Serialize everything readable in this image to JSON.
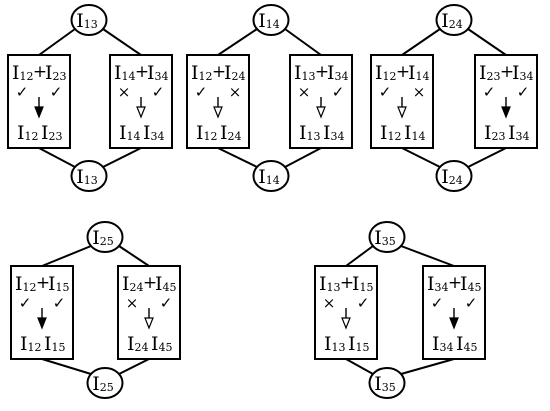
{
  "ink_color": "#000000",
  "paper_color": "#ffffff",
  "modules": [
    {
      "id": "I13",
      "top": {
        "main": "I",
        "sub": "13"
      },
      "bottom": {
        "main": "I",
        "sub": "13"
      },
      "left": {
        "sum": [
          {
            "main": "I",
            "sub": "12"
          },
          {
            "main": "I",
            "sub": "23"
          }
        ],
        "marks": [
          "✓",
          "✓"
        ],
        "arrow": "filled",
        "product": [
          {
            "main": "I",
            "sub": "12"
          },
          {
            "main": "I",
            "sub": "23"
          }
        ]
      },
      "right": {
        "sum": [
          {
            "main": "I",
            "sub": "14"
          },
          {
            "main": "I",
            "sub": "34"
          }
        ],
        "marks": [
          "×",
          "✓"
        ],
        "arrow": "open",
        "product": [
          {
            "main": "I",
            "sub": "14"
          },
          {
            "main": "I",
            "sub": "34"
          }
        ]
      }
    },
    {
      "id": "I14",
      "top": {
        "main": "I",
        "sub": "14"
      },
      "bottom": {
        "main": "I",
        "sub": "14"
      },
      "left": {
        "sum": [
          {
            "main": "I",
            "sub": "12"
          },
          {
            "main": "I",
            "sub": "24"
          }
        ],
        "marks": [
          "✓",
          "×"
        ],
        "arrow": "open",
        "product": [
          {
            "main": "I",
            "sub": "12"
          },
          {
            "main": "I",
            "sub": "24"
          }
        ]
      },
      "right": {
        "sum": [
          {
            "main": "I",
            "sub": "13"
          },
          {
            "main": "I",
            "sub": "34"
          }
        ],
        "marks": [
          "×",
          "✓"
        ],
        "arrow": "open",
        "product": [
          {
            "main": "I",
            "sub": "13"
          },
          {
            "main": "I",
            "sub": "34"
          }
        ]
      }
    },
    {
      "id": "I24",
      "top": {
        "main": "I",
        "sub": "24"
      },
      "bottom": {
        "main": "I",
        "sub": "24"
      },
      "left": {
        "sum": [
          {
            "main": "I",
            "sub": "12"
          },
          {
            "main": "I",
            "sub": "14"
          }
        ],
        "marks": [
          "✓",
          "×"
        ],
        "arrow": "open",
        "product": [
          {
            "main": "I",
            "sub": "12"
          },
          {
            "main": "I",
            "sub": "14"
          }
        ]
      },
      "right": {
        "sum": [
          {
            "main": "I",
            "sub": "23"
          },
          {
            "main": "I",
            "sub": "34"
          }
        ],
        "marks": [
          "✓",
          "✓"
        ],
        "arrow": "filled",
        "product": [
          {
            "main": "I",
            "sub": "23"
          },
          {
            "main": "I",
            "sub": "34"
          }
        ]
      }
    },
    {
      "id": "I25",
      "top": {
        "main": "I",
        "sub": "25"
      },
      "bottom": {
        "main": "I",
        "sub": "25"
      },
      "left": {
        "sum": [
          {
            "main": "I",
            "sub": "12"
          },
          {
            "main": "I",
            "sub": "15"
          }
        ],
        "marks": [
          "✓",
          "✓"
        ],
        "arrow": "filled",
        "product": [
          {
            "main": "I",
            "sub": "12"
          },
          {
            "main": "I",
            "sub": "15"
          }
        ]
      },
      "right": {
        "sum": [
          {
            "main": "I",
            "sub": "24"
          },
          {
            "main": "I",
            "sub": "45"
          }
        ],
        "marks": [
          "×",
          "✓"
        ],
        "arrow": "open",
        "product": [
          {
            "main": "I",
            "sub": "24"
          },
          {
            "main": "I",
            "sub": "45"
          }
        ]
      }
    },
    {
      "id": "I35",
      "top": {
        "main": "I",
        "sub": "35"
      },
      "bottom": {
        "main": "I",
        "sub": "35"
      },
      "left": {
        "sum": [
          {
            "main": "I",
            "sub": "13"
          },
          {
            "main": "I",
            "sub": "15"
          }
        ],
        "marks": [
          "×",
          "✓"
        ],
        "arrow": "open",
        "product": [
          {
            "main": "I",
            "sub": "13"
          },
          {
            "main": "I",
            "sub": "15"
          }
        ]
      },
      "right": {
        "sum": [
          {
            "main": "I",
            "sub": "34"
          },
          {
            "main": "I",
            "sub": "45"
          }
        ],
        "marks": [
          "✓",
          "✓"
        ],
        "arrow": "filled",
        "product": [
          {
            "main": "I",
            "sub": "34"
          },
          {
            "main": "I",
            "sub": "45"
          }
        ]
      }
    }
  ]
}
